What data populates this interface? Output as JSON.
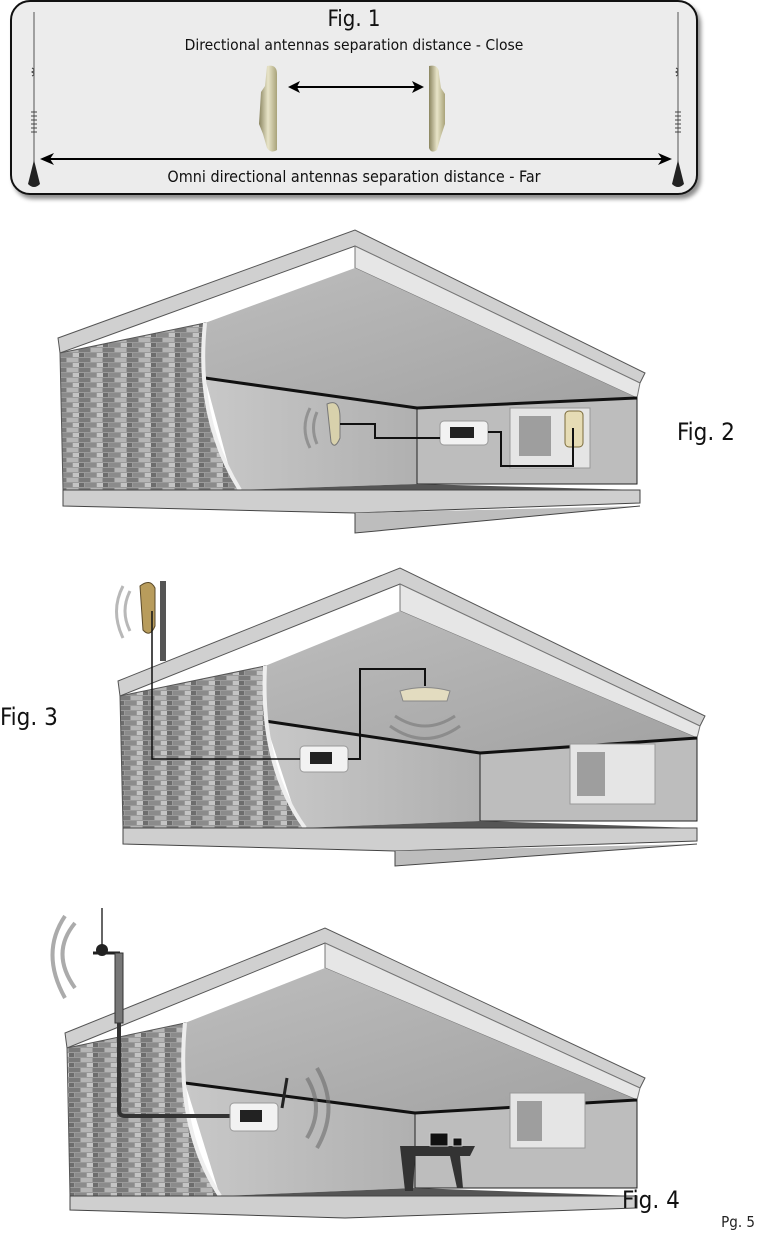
{
  "fig1": {
    "title": "Fig. 1",
    "directional_caption": "Directional antennas separation distance - Close",
    "omni_caption": "Omni directional antennas separation distance - Far"
  },
  "fig2": {
    "label": "Fig. 2"
  },
  "fig3": {
    "label": "Fig. 3"
  },
  "fig4": {
    "label": "Fig. 4"
  },
  "page": {
    "number": "Pg. 5"
  },
  "icons": {
    "omni_antenna": "omni-antenna-icon",
    "directional_antenna": "panel-antenna-icon",
    "amplifier": "signal-booster-icon",
    "dome_antenna": "dome-antenna-icon",
    "signal_waves": "signal-waves-icon"
  },
  "colors": {
    "frame_bg": "#ececec",
    "wall": "#b9b9b9",
    "ceiling": "#aaaaaa",
    "floor": "#555555",
    "antenna_beige": "#c9c19a"
  }
}
